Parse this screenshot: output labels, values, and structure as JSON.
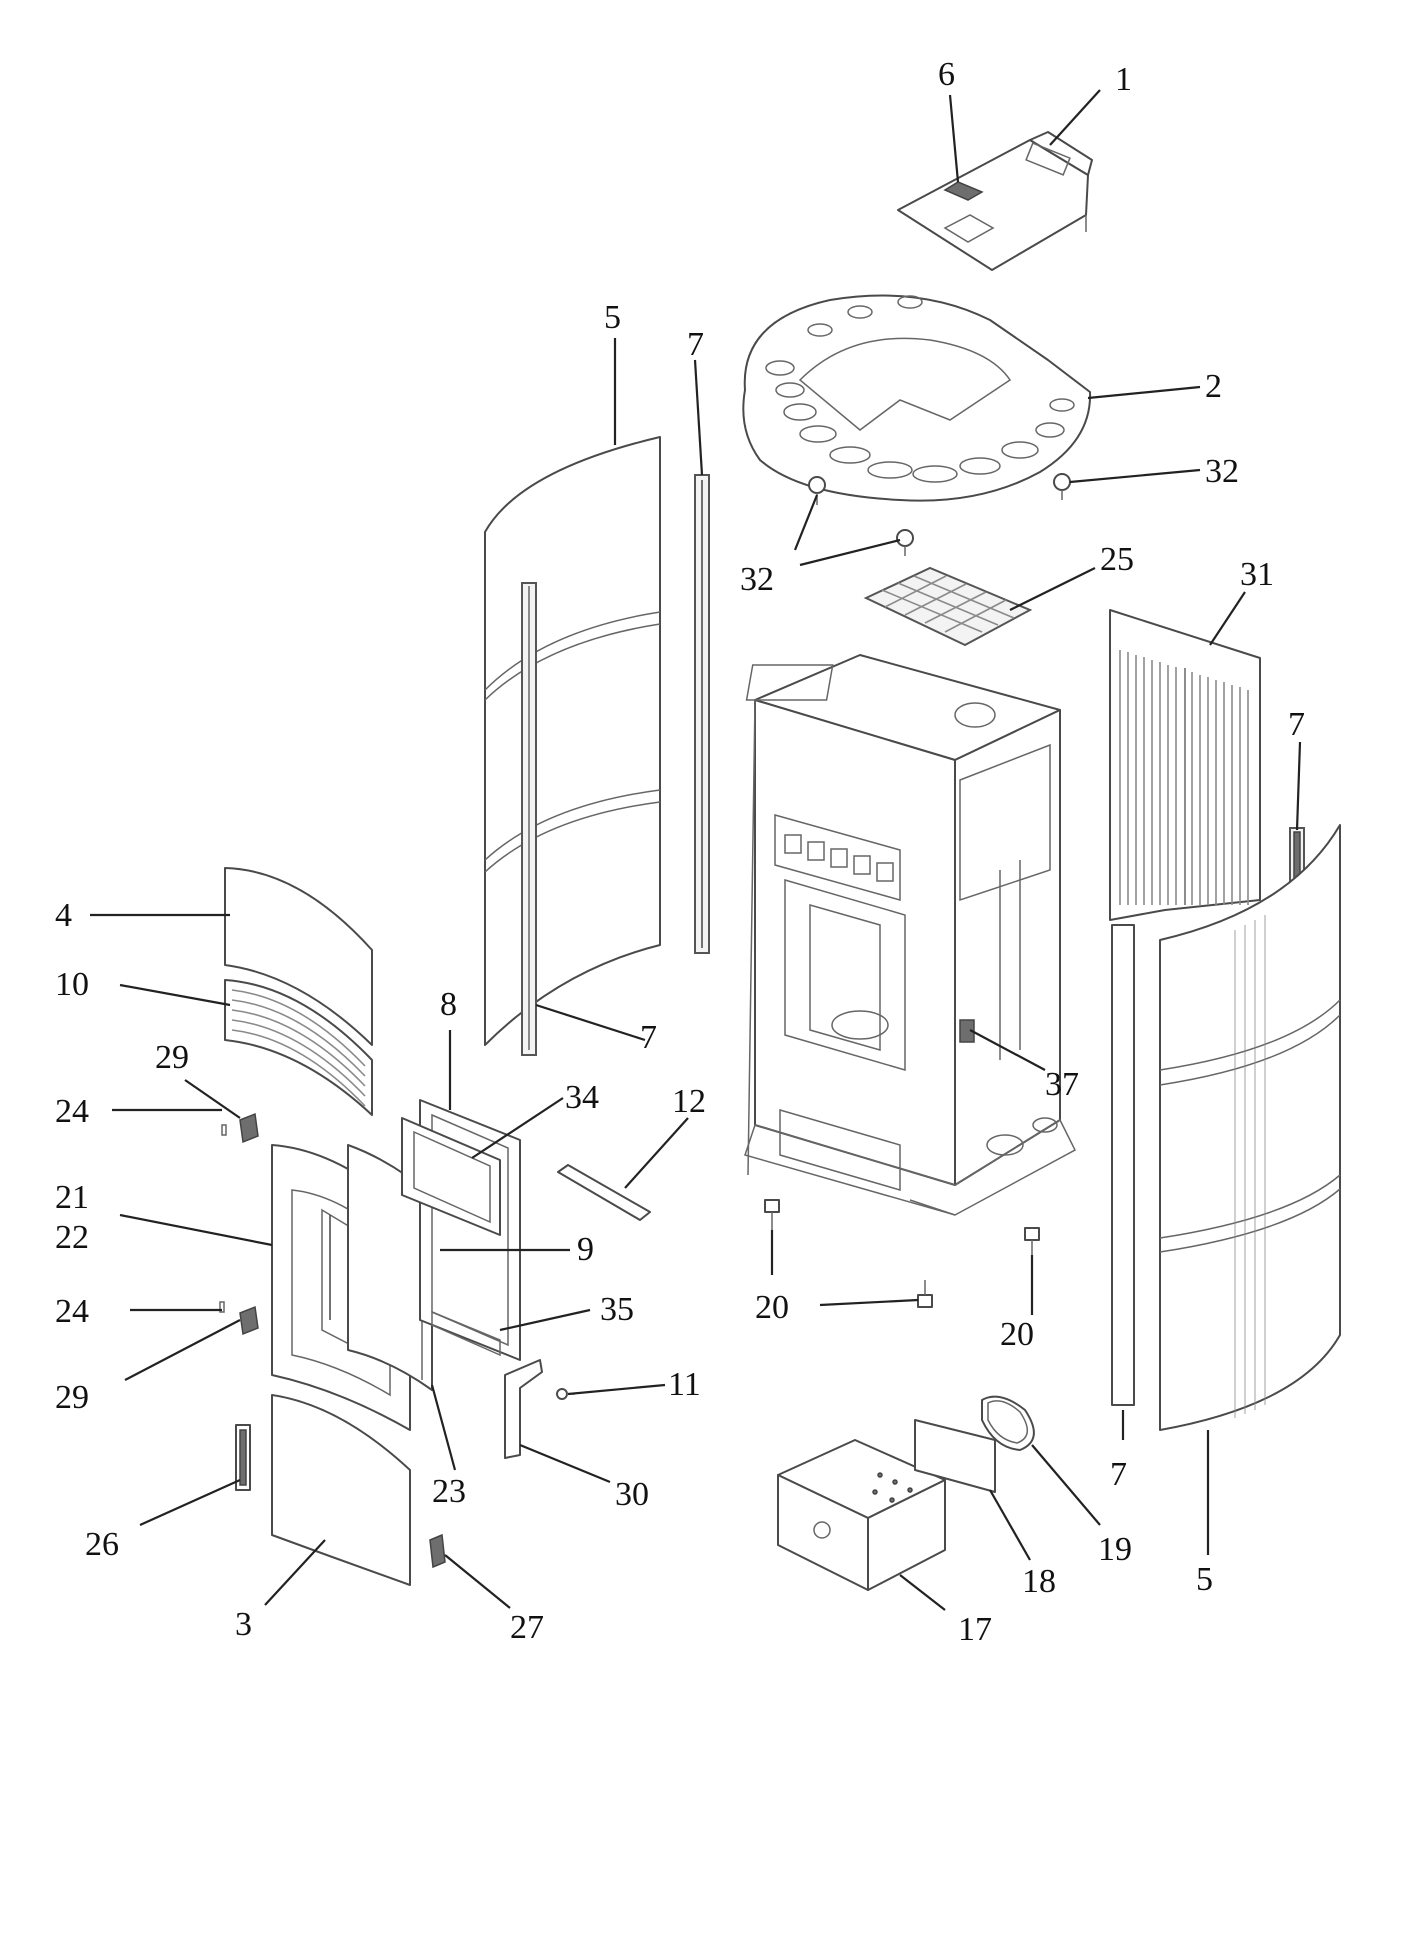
{
  "diagram": {
    "stroke_color": "#4a4a4a",
    "leader_color": "#222222",
    "background": "#ffffff",
    "callouts": [
      {
        "id": "c1",
        "text": "1"
      },
      {
        "id": "c6",
        "text": "6"
      },
      {
        "id": "c2",
        "text": "2"
      },
      {
        "id": "c32a",
        "text": "32"
      },
      {
        "id": "c32b",
        "text": "32"
      },
      {
        "id": "c25",
        "text": "25"
      },
      {
        "id": "c31",
        "text": "31"
      },
      {
        "id": "c7a",
        "text": "7"
      },
      {
        "id": "c7b",
        "text": "7"
      },
      {
        "id": "c7c",
        "text": "7"
      },
      {
        "id": "c7d",
        "text": "7"
      },
      {
        "id": "c5a",
        "text": "5"
      },
      {
        "id": "c5b",
        "text": "5"
      },
      {
        "id": "c4",
        "text": "4"
      },
      {
        "id": "c10",
        "text": "10"
      },
      {
        "id": "c8",
        "text": "8"
      },
      {
        "id": "c29a",
        "text": "29"
      },
      {
        "id": "c29b",
        "text": "29"
      },
      {
        "id": "c24a",
        "text": "24"
      },
      {
        "id": "c24b",
        "text": "24"
      },
      {
        "id": "c34",
        "text": "34"
      },
      {
        "id": "c12",
        "text": "12"
      },
      {
        "id": "c21",
        "text": "21"
      },
      {
        "id": "c22",
        "text": "22"
      },
      {
        "id": "c9",
        "text": "9"
      },
      {
        "id": "c35",
        "text": "35"
      },
      {
        "id": "c37",
        "text": "37"
      },
      {
        "id": "c20a",
        "text": "20"
      },
      {
        "id": "c20b",
        "text": "20"
      },
      {
        "id": "c11",
        "text": "11"
      },
      {
        "id": "c23",
        "text": "23"
      },
      {
        "id": "c30",
        "text": "30"
      },
      {
        "id": "c26",
        "text": "26"
      },
      {
        "id": "c3",
        "text": "3"
      },
      {
        "id": "c27",
        "text": "27"
      },
      {
        "id": "c17",
        "text": "17"
      },
      {
        "id": "c18",
        "text": "18"
      },
      {
        "id": "c19",
        "text": "19"
      }
    ]
  }
}
